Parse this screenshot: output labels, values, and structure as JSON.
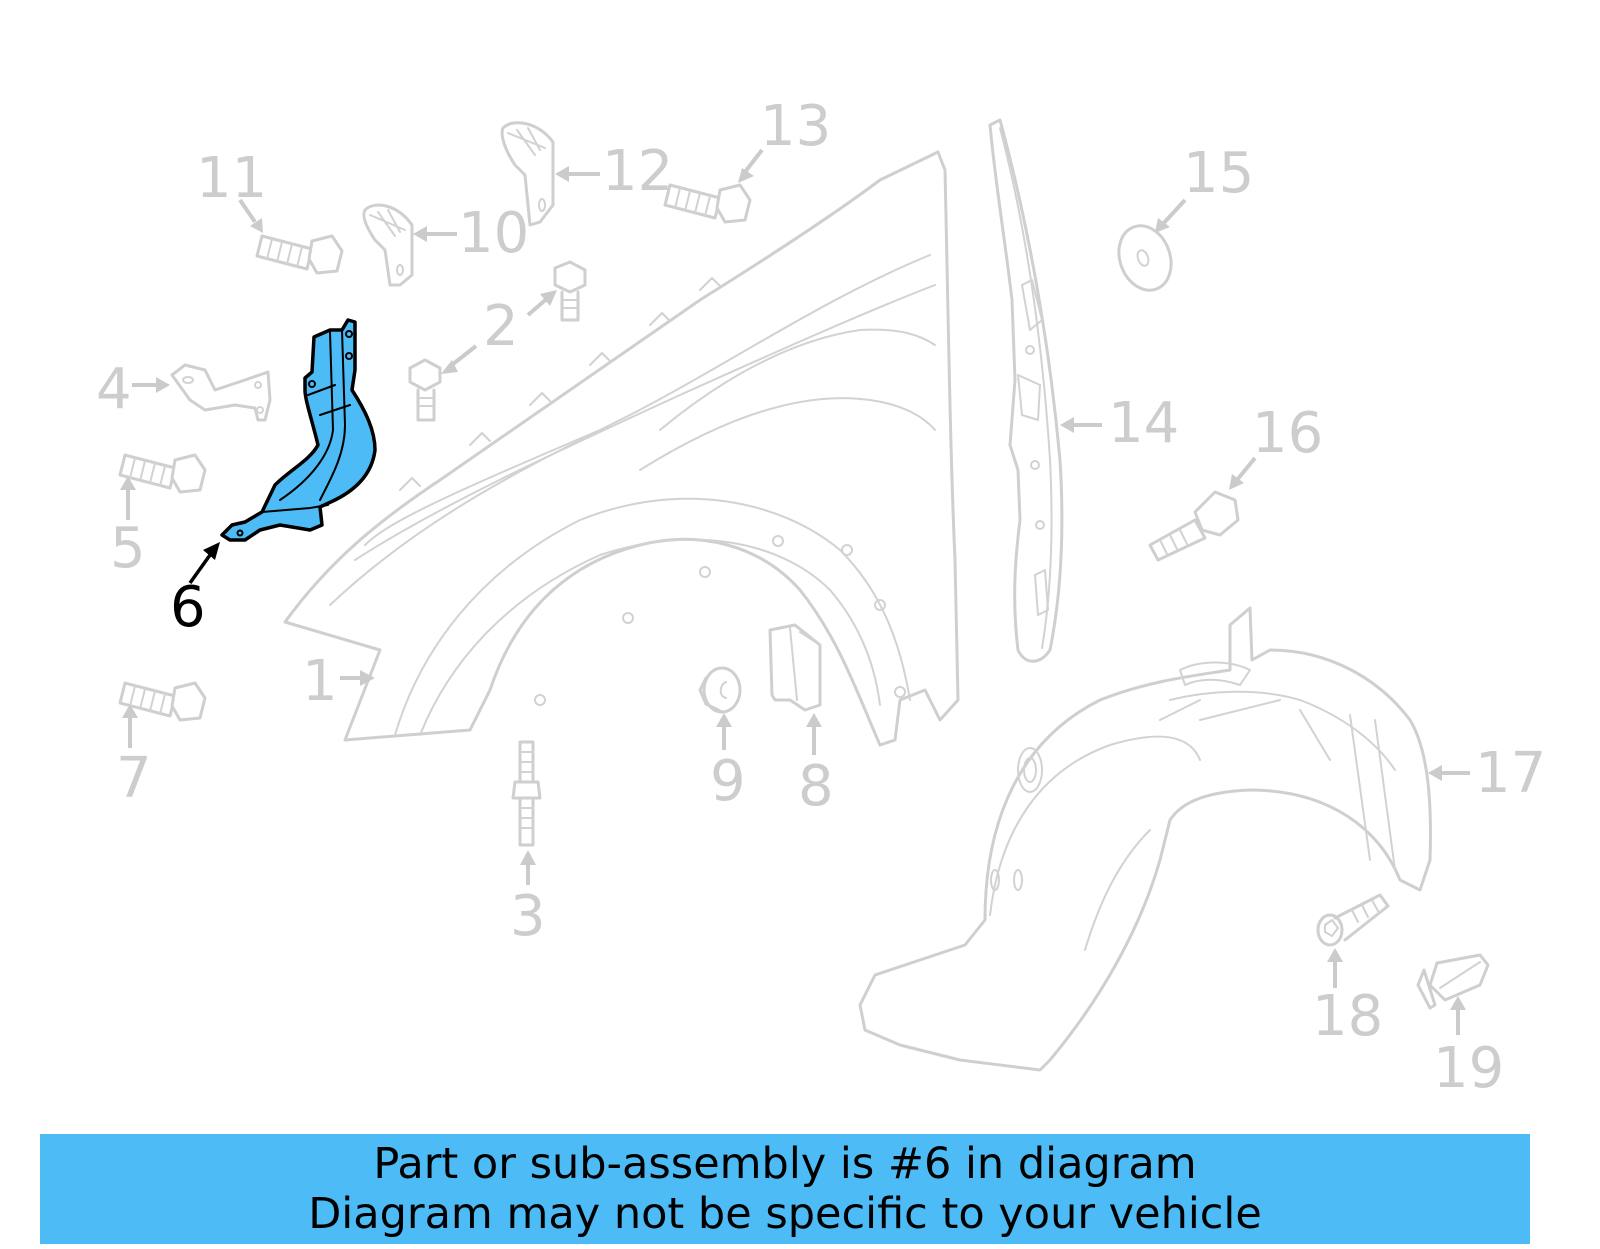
{
  "diagram": {
    "highlight_color": "#4dbbf5",
    "line_color": "#cfcfcf",
    "highlighted_part": "6",
    "callouts": [
      {
        "id": "1",
        "label": "1"
      },
      {
        "id": "2",
        "label": "2"
      },
      {
        "id": "3",
        "label": "3"
      },
      {
        "id": "4",
        "label": "4"
      },
      {
        "id": "5",
        "label": "5"
      },
      {
        "id": "6",
        "label": "6"
      },
      {
        "id": "7",
        "label": "7"
      },
      {
        "id": "8",
        "label": "8"
      },
      {
        "id": "9",
        "label": "9"
      },
      {
        "id": "10",
        "label": "10"
      },
      {
        "id": "11",
        "label": "11"
      },
      {
        "id": "12",
        "label": "12"
      },
      {
        "id": "13",
        "label": "13"
      },
      {
        "id": "14",
        "label": "14"
      },
      {
        "id": "15",
        "label": "15"
      },
      {
        "id": "16",
        "label": "16"
      },
      {
        "id": "17",
        "label": "17"
      },
      {
        "id": "18",
        "label": "18"
      },
      {
        "id": "19",
        "label": "19"
      }
    ]
  },
  "banner": {
    "background": "#4dbbf5",
    "line1": "Part or sub-assembly is #6 in diagram",
    "line2": "Diagram may not be specific to your vehicle"
  }
}
